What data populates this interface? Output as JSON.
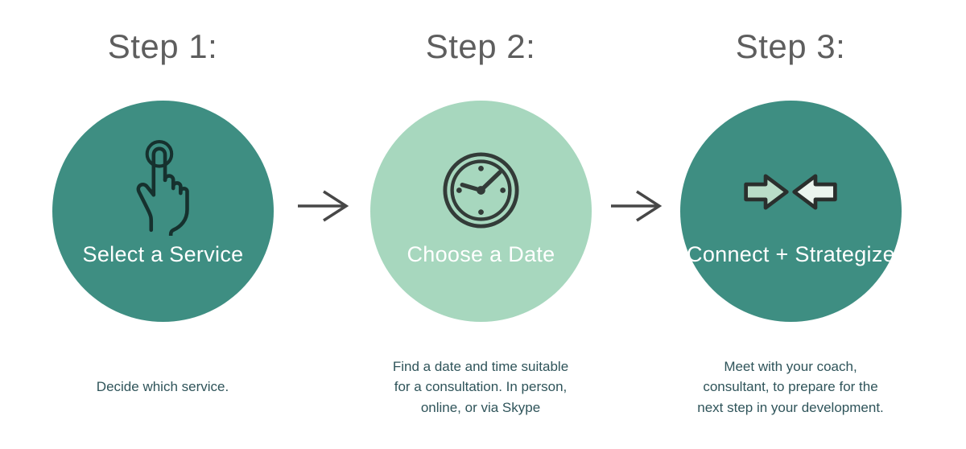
{
  "steps": [
    {
      "heading": "Step 1:",
      "circle_label": "Select a Service",
      "icon": "tap-hand-icon",
      "circle_color": "#3e8e82",
      "description_lines": [
        "Decide which service."
      ]
    },
    {
      "heading": "Step 2:",
      "circle_label": "Choose a Date",
      "icon": "clock-icon",
      "circle_color": "#a7d7be",
      "description_lines": [
        "Find a date and time suitable",
        "for a consultation. In person,",
        "online, or via Skype"
      ]
    },
    {
      "heading": "Step 3:",
      "circle_label": "Connect + Strategize",
      "icon": "converging-arrows-icon",
      "circle_color": "#3e8e82",
      "description_lines": [
        "Meet with your coach,",
        "consultant, to prepare for the",
        "next step in your development."
      ]
    }
  ],
  "connectors": [
    {
      "icon": "right-arrow-icon"
    },
    {
      "icon": "right-arrow-icon"
    }
  ],
  "colors": {
    "background": "#ffffff",
    "teal_circle": "#3e8e82",
    "light_green_circle": "#a7d7be",
    "heading_text": "#5e5e5e",
    "body_text": "#2f545a",
    "circle_label_text": "#ffffff",
    "connector_arrow": "#474747",
    "icon_outline_dark": "#16312e",
    "clock_outline": "#333b38",
    "converge_outline": "#2a2f2d",
    "converge_left_fill": "#b9ddc8",
    "converge_right_fill": "#ebf5ef"
  }
}
